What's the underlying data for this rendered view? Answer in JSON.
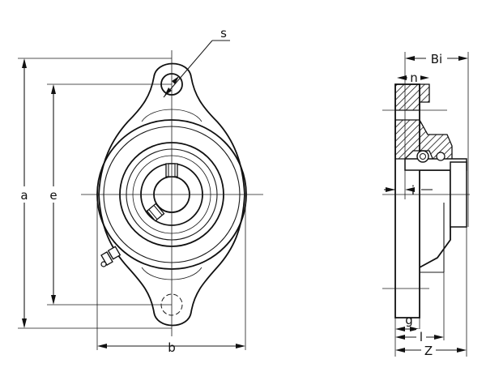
{
  "labels": {
    "s": "s",
    "a": "a",
    "e": "e",
    "b": "b",
    "Bi": "Bi",
    "n": "n",
    "i": "i",
    "g": "g",
    "l": "l",
    "Z": "Z"
  }
}
